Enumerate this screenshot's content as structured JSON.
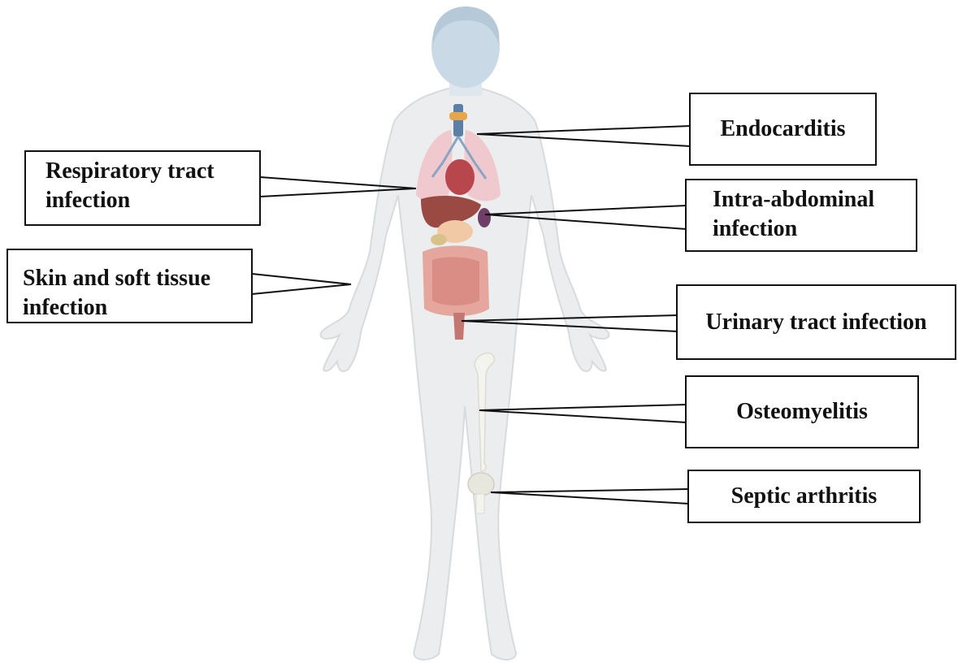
{
  "labels": {
    "respiratory": {
      "line1": "Respiratory tract",
      "line2": "infection"
    },
    "skin": {
      "line1": "Skin and soft tissue",
      "line2": "infection"
    },
    "endocarditis": "Endocarditis",
    "intra_abdominal": {
      "line1": "Intra-abdominal",
      "line2": "infection"
    },
    "urinary": "Urinary tract infection",
    "osteomyelitis": "Osteomyelitis",
    "septic_arthritis": "Septic arthritis"
  },
  "colors": {
    "body_fill": "#ebedee",
    "body_stroke": "#d8dbdd",
    "head_fill": "#c9d9e5",
    "lung_fill": "#f0c9cf",
    "heart_fill": "#b8474d",
    "liver_fill": "#9a4a43",
    "intestine_fill": "#e5a69e",
    "trachea_fill": "#5b7fa6",
    "bone_fill": "#f4f4ef"
  }
}
